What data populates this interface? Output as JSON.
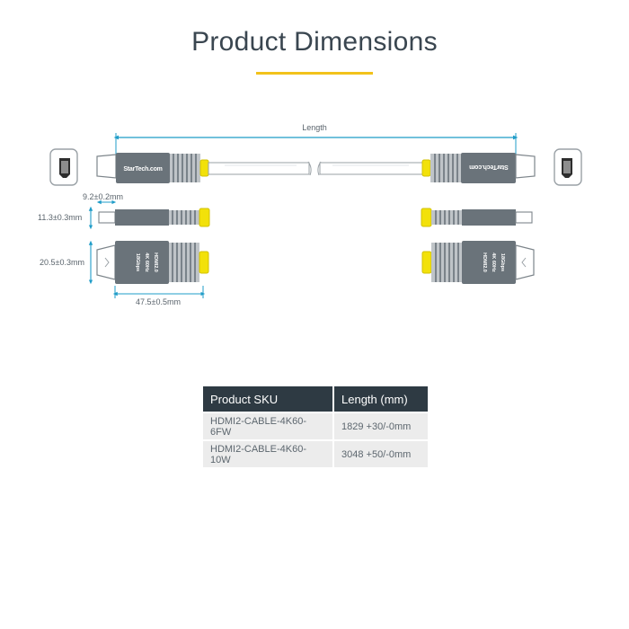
{
  "title": "Product Dimensions",
  "colors": {
    "accent": "#f2c21b",
    "dimension": "#1f9cc8",
    "connector": "#6a737a",
    "table_header": "#2e3a43",
    "table_row": "#ececec"
  },
  "diagram": {
    "length_label": "Length",
    "tip_width_label": "9.2±0.2mm",
    "thickness_label": "11.3±0.3mm",
    "width_label": "20.5±0.3mm",
    "body_length_label": "47.5±0.5mm",
    "brand_text": "StarTech.com",
    "spec_lines": [
      "HDMI2.0",
      "4K 60Hz",
      "18Gbps"
    ]
  },
  "table": {
    "headers": [
      "Product SKU",
      "Length (mm)"
    ],
    "rows": [
      {
        "sku": "HDMI2-CABLE-4K60-6FW",
        "length": "1829 +30/-0mm"
      },
      {
        "sku": "HDMI2-CABLE-4K60-10W",
        "length": "3048 +50/-0mm"
      }
    ]
  }
}
